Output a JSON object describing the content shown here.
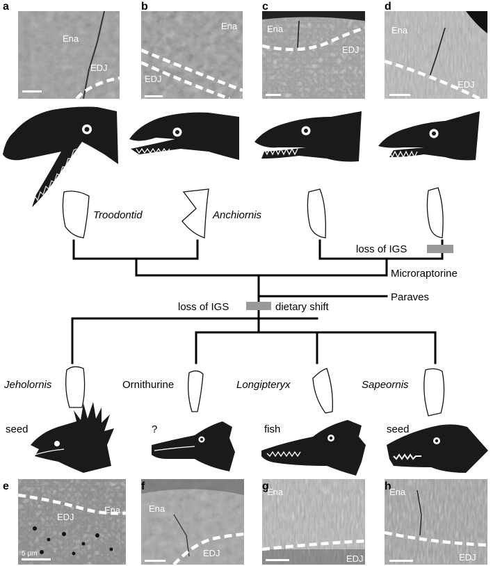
{
  "panels_top": [
    {
      "letter": "a",
      "ena": "Ena",
      "edj": "EDJ"
    },
    {
      "letter": "b",
      "ena": "Ena",
      "edj": "EDJ"
    },
    {
      "letter": "c",
      "ena": "Ena",
      "edj": "EDJ"
    },
    {
      "letter": "d",
      "ena": "Ena",
      "edj": "EDJ"
    }
  ],
  "panels_bottom": [
    {
      "letter": "e",
      "ena": "Ena",
      "edj": "EDJ",
      "scale": "5 μm"
    },
    {
      "letter": "f",
      "ena": "Ena",
      "edj": "EDJ"
    },
    {
      "letter": "g",
      "ena": "Ena",
      "edj": "EDJ"
    },
    {
      "letter": "h",
      "ena": "Ena",
      "edj": "EDJ"
    }
  ],
  "taxa_top": {
    "troodontid": "Troodontid",
    "anchiornis": "Anchiornis"
  },
  "tree_labels": {
    "loss_igs_upper": "loss of IGS",
    "microraptorine": "Microraptorine",
    "paraves": "Paraves",
    "loss_igs_lower": "loss of IGS",
    "dietary_shift": "dietary shift"
  },
  "taxa_bottom": [
    {
      "name": "Jeholornis",
      "italic": true,
      "diet": "seed"
    },
    {
      "name": "Ornithurine",
      "italic": false,
      "diet": "?"
    },
    {
      "name": "Longipteryx",
      "italic": true,
      "diet": "fish"
    },
    {
      "name": "Sapeornis",
      "italic": true,
      "diet": "seed"
    }
  ],
  "colors": {
    "silhouette": "#1a1a1a",
    "igs_bar": "#999999",
    "tree": "#000000"
  }
}
